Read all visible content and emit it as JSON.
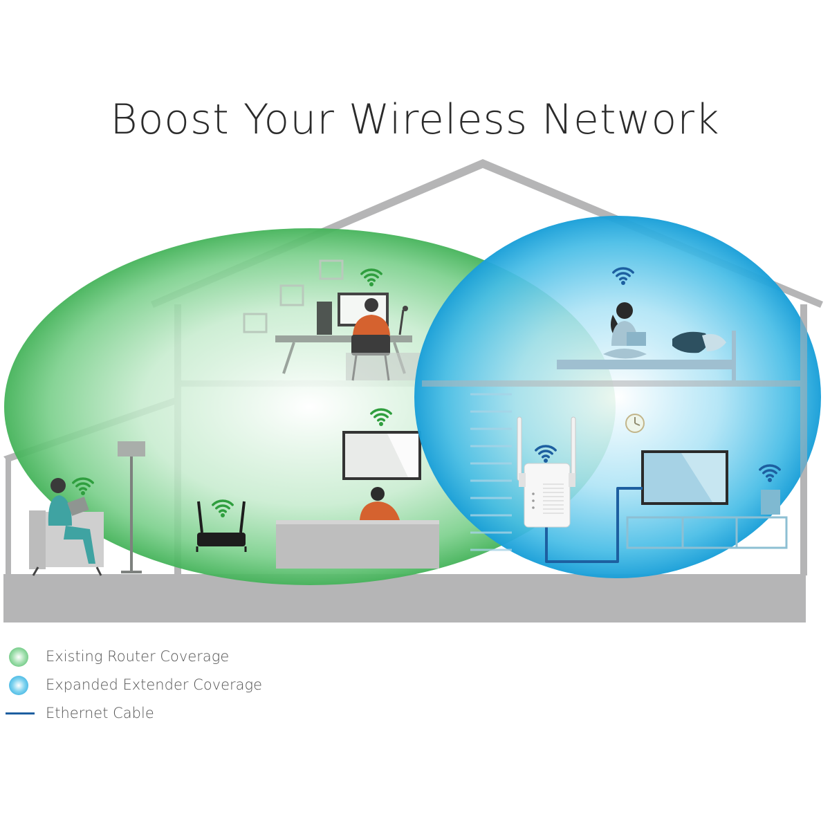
{
  "title": "Boost Your Wireless Network",
  "colors": {
    "router_coverage": "#4cbb5f",
    "extender_coverage": "#1fa5dc",
    "ethernet_cable": "#1d5fa0",
    "house_outline": "#b3b3b4",
    "wifi_green": "#2f9e3e",
    "wifi_blue": "#1d5fa0"
  },
  "legend": [
    {
      "label": "Existing Router Coverage",
      "marker": "green-dot"
    },
    {
      "label": "Expanded Extender Coverage",
      "marker": "blue-dot"
    },
    {
      "label": "Ethernet Cable",
      "marker": "line"
    }
  ]
}
